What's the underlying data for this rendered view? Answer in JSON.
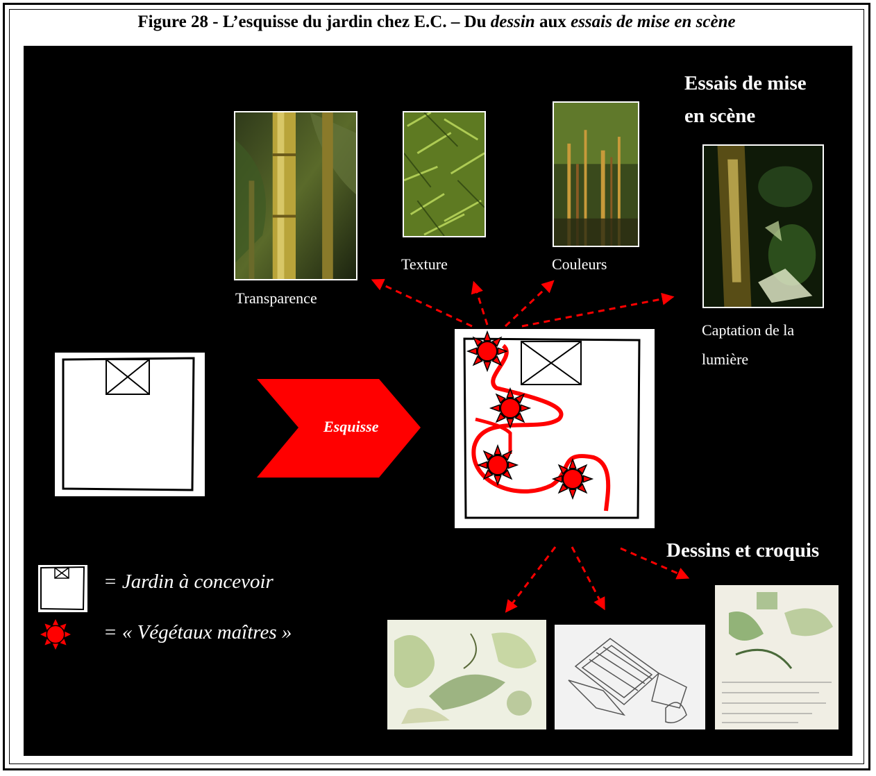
{
  "figure": {
    "title_prefix": "Figure 28 - L’esquisse du jardin chez E.C. – Du ",
    "title_em1": "dessin",
    "title_mid": " aux ",
    "title_em2": "essais de mise en scène"
  },
  "headings": {
    "staging_line1": "Essais de mise",
    "staging_line2": "en scène",
    "drawings": "Dessins et croquis"
  },
  "photos": [
    {
      "label": "Transparence"
    },
    {
      "label": "Texture"
    },
    {
      "label": "Couleurs"
    },
    {
      "label_line1": "Captation de la",
      "label_line2": "lumière"
    }
  ],
  "arrow": {
    "label": "Esquisse"
  },
  "legend": {
    "garden": "= Jardin à concevoir",
    "plants": "= « Végétaux maîtres »"
  },
  "colors": {
    "background": "#000000",
    "accent_red": "#ff0000",
    "text": "#ffffff"
  },
  "icons": [
    "garden-plan-icon",
    "sun-plant-icon"
  ]
}
